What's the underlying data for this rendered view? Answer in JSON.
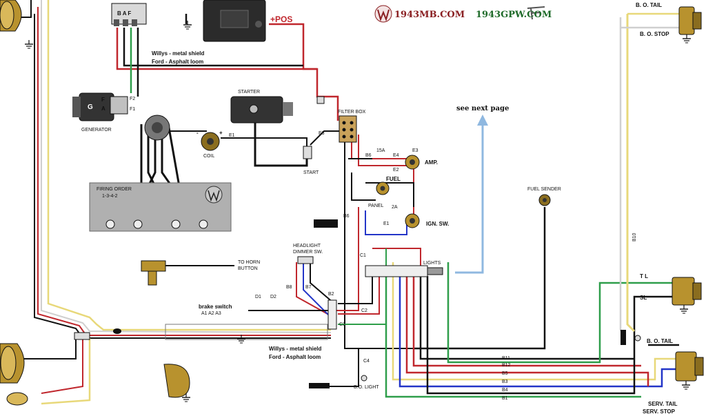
{
  "header": {
    "brand_left": "1943MB.COM",
    "brand_right": "1943GPW.COM"
  },
  "labels": {
    "baf": "B A F",
    "pos": "+POS",
    "shield_top_1": "Willys - metal shield",
    "shield_top_2": "Ford - Asphalt loom",
    "generator": "GENERATOR",
    "gen_g": "G",
    "gen_f": "F",
    "gen_a": "A",
    "f1": "F1",
    "f2": "F2",
    "starter": "STARTER",
    "coil": "COIL",
    "coil_minus": "-",
    "coil_plus": "+",
    "e1_coil": "E1",
    "e3_start": "E3",
    "start": "START",
    "filter_box": "FILTER BOX",
    "firing_order_1": "FIRING ORDER",
    "firing_order_2": "1-3-4-2",
    "see_next_page": "see next page",
    "b6_top": "B6",
    "fuse_15a": "15A",
    "e4": "E4",
    "e3_amp": "E3",
    "e2": "E2",
    "amp": "AMP.",
    "fuel": "FUEL",
    "panel": "PANEL",
    "two_a": "2A",
    "e1_ign": "E1",
    "ign_sw": "IGN. SW.",
    "b6_side": "B6",
    "fuel_sender": "FUEL SENDER",
    "headlight_dimmer_1": "HEADLIGHT",
    "headlight_dimmer_2": "DIMMER SW.",
    "to_horn_1": "TO HORN",
    "to_horn_2": "BUTTON",
    "c1": "C1",
    "lights": "LIGHTS",
    "b8": "B8",
    "b7": "B7",
    "b2": "B2",
    "c2": "C2",
    "c3": "C3",
    "d1": "D1",
    "d2": "D2",
    "brake_switch": "brake switch",
    "a123": "A1 A2 A3",
    "shield_bot_1": "Willys - metal shield",
    "shield_bot_2": "Ford - Asphalt loom",
    "c4": "C4",
    "bo_light": "B.O. LIGHT",
    "b11": "B11",
    "b12": "B12",
    "b5": "B5",
    "b3": "B3",
    "b4": "B4",
    "b1": "B1",
    "b10": "B10",
    "bo_tail_top": "B. O. TAIL",
    "bo_stop": "B. O. STOP",
    "tl": "T L",
    "sl": "SL",
    "bo_tail_mid": "B. O. TAIL",
    "serv_tail": "SERV. TAIL",
    "serv_stop": "SERV. STOP"
  },
  "colors": {
    "red": "#c0272d",
    "black": "#111111",
    "green": "#2e9e4a",
    "blue": "#2335c8",
    "yellow": "#e8d879",
    "white_wire": "#cfcfcf",
    "light_blue": "#8fb8e0",
    "lamp_body": "#b8922e",
    "lamp_face": "#d9b85a",
    "plate": "#b0b0b0",
    "brand_left": "#8a1f22",
    "brand_right": "#1f6b2a"
  },
  "icons": [
    "willys-logo-icon",
    "ford-logo-icon",
    "ground-icon",
    "arrow-up-icon"
  ]
}
